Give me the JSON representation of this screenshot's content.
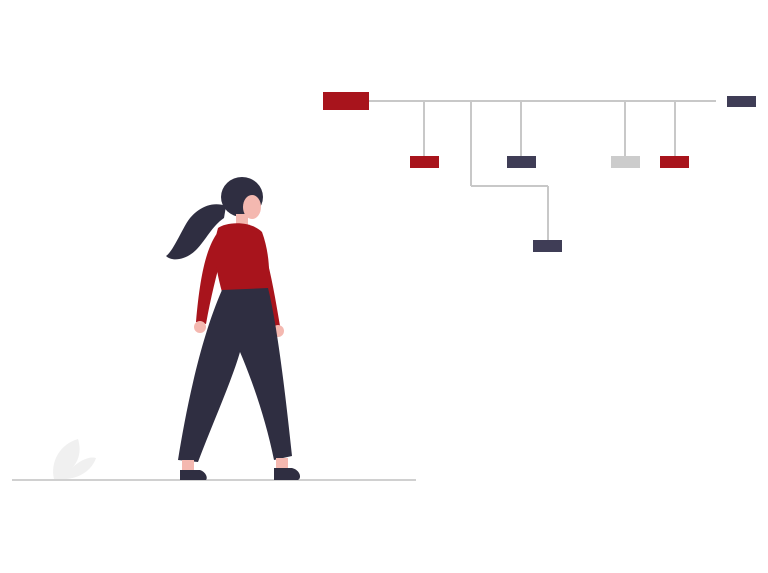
{
  "colors": {
    "background": "#ffffff",
    "primary_red": "#a8141c",
    "dark_navy": "#3f3d56",
    "light_gray": "#cccccc",
    "line_gray": "#c8c8c8",
    "ground": "#d0d0d0",
    "plant": "#f0f0f0",
    "skin": "#f4b8b0",
    "hair": "#2f2e41",
    "pants": "#2f2e41",
    "shoes": "#2f2e41"
  },
  "illustration": {
    "subject": "woman-looking-at-hierarchy-diagram",
    "icon_names": [
      "leaf-icon",
      "woman-figure",
      "org-chart"
    ]
  }
}
